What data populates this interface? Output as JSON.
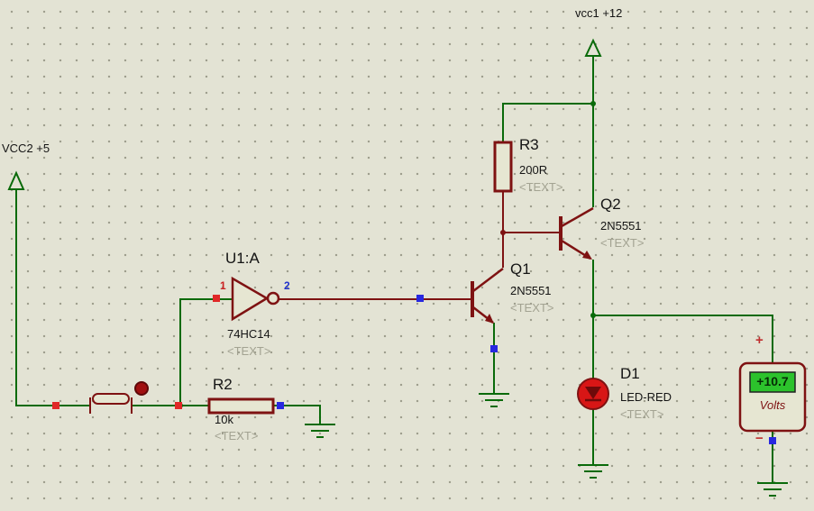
{
  "app": {
    "name": "schematic-capture-canvas"
  },
  "colors": {
    "background": "#e3e3d4",
    "grid_dot": "#9c9c8c",
    "wire_green": "#0a6a0a",
    "component_maroon": "#7e1212",
    "annotation_gray": "#a3a392",
    "logic_high_marker": "#e02828",
    "logic_low_marker": "#2828e0",
    "led_lit_red": "#d81616",
    "meter_display_green": "#2cc22c"
  },
  "power_rails": {
    "vcc2": {
      "label": "VCC2 +5"
    },
    "vcc1": {
      "label": "vcc1 +12"
    }
  },
  "components": {
    "u1": {
      "ref": "U1:A",
      "value": "74HC14",
      "annotation": "<TEXT>",
      "input_pin": "1",
      "output_pin": "2"
    },
    "r2": {
      "ref": "R2",
      "value": "10k",
      "annotation": "<TEXT>"
    },
    "r3": {
      "ref": "R3",
      "value": "200R",
      "annotation": "<TEXT>"
    },
    "q1": {
      "ref": "Q1",
      "value": "2N5551",
      "annotation": "<TEXT>"
    },
    "q2": {
      "ref": "Q2",
      "value": "2N5551",
      "annotation": "<TEXT>"
    },
    "d1": {
      "ref": "D1",
      "value": "LED-RED",
      "annotation": "<TEXT>"
    },
    "voltmeter": {
      "reading": "+10.7",
      "unit_label": "Volts",
      "positive_terminal": "+",
      "negative_terminal": "−"
    }
  }
}
